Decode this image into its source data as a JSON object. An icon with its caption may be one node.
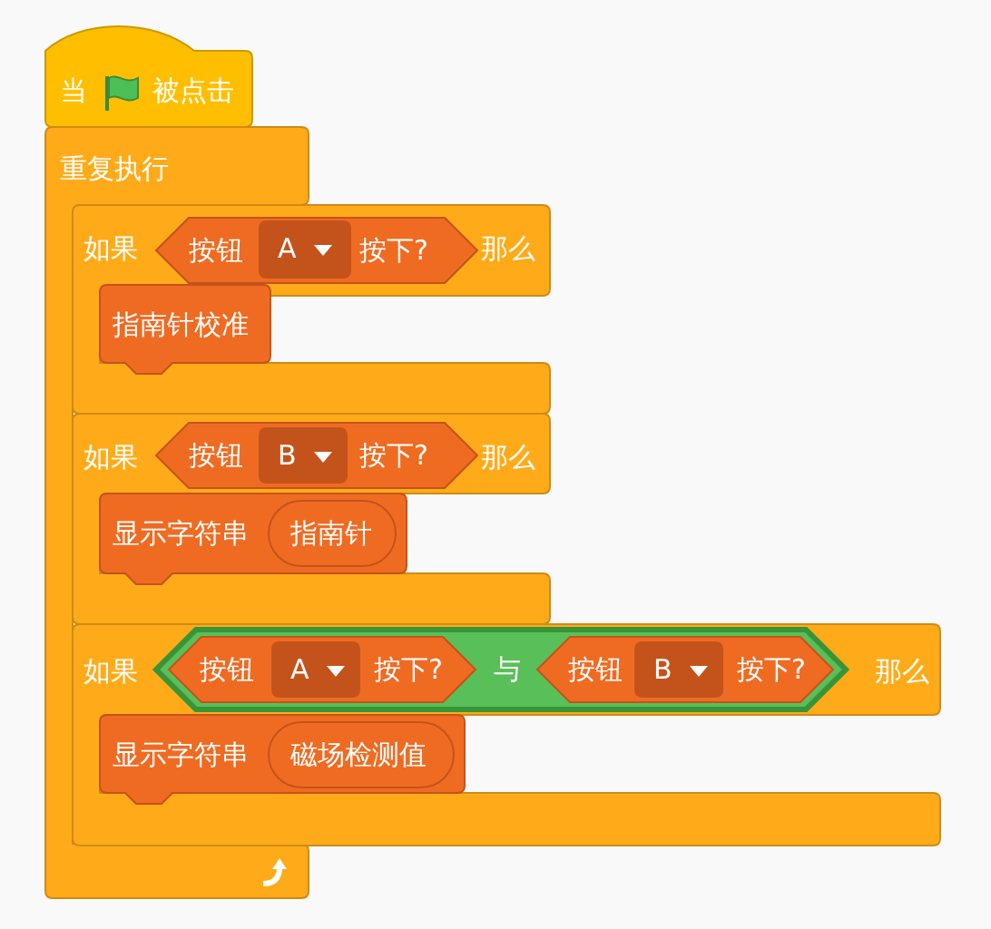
{
  "diagram": {
    "nodes": [
      {
        "text": [
          "当",
          "被点击"
        ]
      },
      {
        "text": [
          "重复执行"
        ]
      },
      {
        "text": [
          "如果",
          "那么"
        ]
      },
      {
        "text": [
          "按钮",
          "按下?"
        ],
        "in": 2
      },
      {
        "text": [
          "A"
        ],
        "in": 3
      },
      {
        "text": [
          "指南针校准"
        ],
        "in": 2
      },
      {
        "text": [
          "如果",
          "那么"
        ]
      },
      {
        "text": [
          "按钮",
          "按下?"
        ],
        "in": 6
      },
      {
        "text": [
          "B"
        ],
        "in": 7
      },
      {
        "text": [
          "显示字符串"
        ],
        "in": 6
      },
      {
        "text": [
          "指南针"
        ],
        "in": 9
      },
      {
        "text": [
          "如果",
          "那么"
        ]
      },
      {
        "text": [
          "与"
        ],
        "in": 11
      },
      {
        "text": [
          "按钮",
          "按下?"
        ],
        "in": 12
      },
      {
        "text": [
          "A"
        ],
        "in": 13
      },
      {
        "text": [
          "按钮",
          "按下?"
        ],
        "in": 12
      },
      {
        "text": [
          "B"
        ],
        "in": 15
      },
      {
        "text": [
          "显示字符串"
        ],
        "in": 11
      },
      {
        "text": [
          "磁场检测值"
        ],
        "in": 17
      }
    ]
  }
}
